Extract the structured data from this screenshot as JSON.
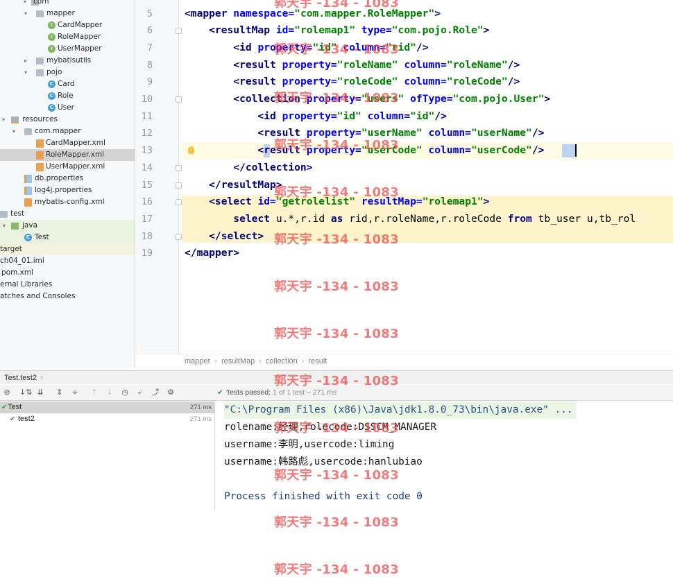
{
  "project_tree": {
    "items": [
      {
        "label": "com",
        "icon": "folder-icon"
      },
      {
        "label": "mapper",
        "icon": "folder-icon"
      },
      {
        "label": "CardMapper",
        "icon": "interface-icon",
        "badge": "I"
      },
      {
        "label": "RoleMapper",
        "icon": "interface-icon",
        "badge": "I"
      },
      {
        "label": "UserMapper",
        "icon": "interface-icon",
        "badge": "I"
      },
      {
        "label": "mybatisutils",
        "icon": "folder-icon"
      },
      {
        "label": "pojo",
        "icon": "folder-icon"
      },
      {
        "label": "Card",
        "icon": "class-icon",
        "badge": "C"
      },
      {
        "label": "Role",
        "icon": "class-icon",
        "badge": "C"
      },
      {
        "label": "User",
        "icon": "class-icon",
        "badge": "C"
      },
      {
        "label": "resources",
        "icon": "resources-folder-icon"
      },
      {
        "label": "com.mapper",
        "icon": "folder-icon"
      },
      {
        "label": "CardMapper.xml",
        "icon": "xml-file-icon"
      },
      {
        "label": "RoleMapper.xml",
        "icon": "xml-file-icon"
      },
      {
        "label": "UserMapper.xml",
        "icon": "xml-file-icon"
      },
      {
        "label": "db.properties",
        "icon": "properties-file-icon"
      },
      {
        "label": "log4j.properties",
        "icon": "properties-file-icon"
      },
      {
        "label": "mybatis-config.xml",
        "icon": "xml-file-icon"
      },
      {
        "label": "test",
        "icon": "folder-icon"
      },
      {
        "label": "java",
        "icon": "test-folder-icon"
      },
      {
        "label": "Test",
        "icon": "class-icon",
        "badge": "C"
      },
      {
        "label": "target"
      },
      {
        "label": "ch04_01.iml"
      },
      {
        "label": "pom.xml"
      },
      {
        "label": "ernal Libraries"
      },
      {
        "label": "atches and Consoles"
      }
    ]
  },
  "editor": {
    "line_numbers": [
      "5",
      "6",
      "7",
      "8",
      "9",
      "10",
      "11",
      "12",
      "13",
      "14",
      "15",
      "16",
      "17",
      "18",
      "19"
    ],
    "lines": [
      [
        {
          "t": "<mapper ",
          "c": "kw"
        },
        {
          "t": "namespace=",
          "c": "attr"
        },
        {
          "t": "\"com.mapper.RoleMapper\"",
          "c": "val"
        },
        {
          "t": ">",
          "c": "kw"
        }
      ],
      [
        {
          "t": "    <resultMap ",
          "c": "kw"
        },
        {
          "t": "id=",
          "c": "attr"
        },
        {
          "t": "\"rolemap1\" ",
          "c": "val"
        },
        {
          "t": "type=",
          "c": "attr"
        },
        {
          "t": "\"com.pojo.Role\"",
          "c": "val"
        },
        {
          "t": ">",
          "c": "kw"
        }
      ],
      [
        {
          "t": "        <id ",
          "c": "kw"
        },
        {
          "t": "property=",
          "c": "attr"
        },
        {
          "t": "\"id\" ",
          "c": "val"
        },
        {
          "t": "column=",
          "c": "attr"
        },
        {
          "t": "\"rid\"",
          "c": "val"
        },
        {
          "t": "/>",
          "c": "kw"
        }
      ],
      [
        {
          "t": "        <result ",
          "c": "kw"
        },
        {
          "t": "property=",
          "c": "attr"
        },
        {
          "t": "\"roleName\" ",
          "c": "val"
        },
        {
          "t": "column=",
          "c": "attr"
        },
        {
          "t": "\"roleName\"",
          "c": "val"
        },
        {
          "t": "/>",
          "c": "kw"
        }
      ],
      [
        {
          "t": "        <result ",
          "c": "kw"
        },
        {
          "t": "property=",
          "c": "attr"
        },
        {
          "t": "\"roleCode\" ",
          "c": "val"
        },
        {
          "t": "column=",
          "c": "attr"
        },
        {
          "t": "\"roleCode\"",
          "c": "val"
        },
        {
          "t": "/>",
          "c": "kw"
        }
      ],
      [
        {
          "t": "        <collection ",
          "c": "kw"
        },
        {
          "t": "property=",
          "c": "attr"
        },
        {
          "t": "\"users\" ",
          "c": "val"
        },
        {
          "t": "ofType=",
          "c": "attr"
        },
        {
          "t": "\"com.pojo.User\"",
          "c": "val"
        },
        {
          "t": ">",
          "c": "kw"
        }
      ],
      [
        {
          "t": "            <id ",
          "c": "kw"
        },
        {
          "t": "property=",
          "c": "attr"
        },
        {
          "t": "\"id\" ",
          "c": "val"
        },
        {
          "t": "column=",
          "c": "attr"
        },
        {
          "t": "\"id\"",
          "c": "val"
        },
        {
          "t": "/>",
          "c": "kw"
        }
      ],
      [
        {
          "t": "            <result ",
          "c": "kw"
        },
        {
          "t": "property=",
          "c": "attr"
        },
        {
          "t": "\"userName\" ",
          "c": "val"
        },
        {
          "t": "column=",
          "c": "attr"
        },
        {
          "t": "\"userName\"",
          "c": "val"
        },
        {
          "t": "/>",
          "c": "kw"
        }
      ],
      [
        {
          "t": "            <result ",
          "c": "kw"
        },
        {
          "t": "property=",
          "c": "attr"
        },
        {
          "t": "\"userCode\" ",
          "c": "val"
        },
        {
          "t": "column=",
          "c": "attr"
        },
        {
          "t": "\"userCode\"",
          "c": "val"
        },
        {
          "t": "/>",
          "c": "kw"
        }
      ],
      [
        {
          "t": "        </collection>",
          "c": "kw"
        }
      ],
      [
        {
          "t": "    </resultMap>",
          "c": "kw"
        }
      ],
      [
        {
          "t": "    <select ",
          "c": "kw"
        },
        {
          "t": "id=",
          "c": "attr"
        },
        {
          "t": "\"getrolelist\" ",
          "c": "val"
        },
        {
          "t": "resultMap=",
          "c": "attr"
        },
        {
          "t": "\"rolemap1\"",
          "c": "val"
        },
        {
          "t": ">",
          "c": "kw"
        }
      ],
      [
        {
          "t": "        ",
          "c": "plain"
        },
        {
          "t": "select ",
          "c": "kw"
        },
        {
          "t": "u.*,r.id ",
          "c": "plain"
        },
        {
          "t": "as ",
          "c": "kw"
        },
        {
          "t": "rid,r.roleName,r.roleCode ",
          "c": "plain"
        },
        {
          "t": "from ",
          "c": "kw"
        },
        {
          "t": "tb_user u,tb_rol",
          "c": "plain"
        }
      ],
      [
        {
          "t": "    </select>",
          "c": "kw"
        }
      ],
      [
        {
          "t": "</mapper>",
          "c": "kw"
        }
      ]
    ],
    "breadcrumb": [
      "mapper",
      "resultMap",
      "collection",
      "result"
    ]
  },
  "run_panel": {
    "tab_label": "Test.test2",
    "status_prefix": "Tests passed:",
    "status_passed": "1",
    "status_rest": "of 1 test – 271 ms",
    "tests": [
      {
        "name": "Test",
        "time": "271 ms"
      },
      {
        "name": "test2",
        "time": "271 ms"
      }
    ],
    "console": [
      "\"C:\\Program Files (x86)\\Java\\jdk1.8.0_73\\bin\\java.exe\" ...",
      "rolename:经理,rolecode:DSSCM_MANAGER",
      "username:李明,usercode:liming",
      "username:韩路彪,usercode:hanlubiao",
      "",
      "Process finished with exit code 0"
    ]
  },
  "watermark": {
    "text": "郭天宇 -134 - 1083"
  },
  "colors": {
    "tag": "#000080",
    "attribute": "#0000ff",
    "value": "#008000",
    "pass": "#2e9a3a",
    "watermark": "#ec4848"
  }
}
